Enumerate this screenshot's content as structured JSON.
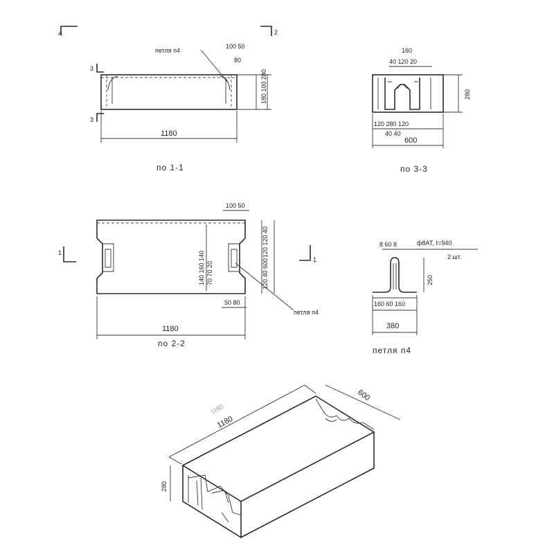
{
  "views": {
    "view11": {
      "caption": "по 1-1",
      "loop_label": "петля п4",
      "width_dim": "1180",
      "top_dims": "100 50",
      "top_dims2": "80",
      "right_dims": "180 100 280",
      "section_marks": {
        "top_left": "4",
        "top_right": "2",
        "side_top": "3",
        "side_bottom": "3"
      }
    },
    "view33": {
      "caption": "по 3-3",
      "top_dim": "160",
      "top_sub_dims": "40 120 20",
      "right_dim": "280",
      "bottom_dims": "120 280 120",
      "bottom_sub_dims": "40 40",
      "width_dim": "600"
    },
    "view22": {
      "caption": "по 2-2",
      "top_dims": "100 50",
      "inner_dims_left": "140 160 140",
      "inner_dims_left2": "70 70 20",
      "inner_dims_right": "120 120 40",
      "inner_dims_right2": "120 40 600",
      "bottom_dims": "50 80",
      "loop_label": "петля п4",
      "width_dim": "1180",
      "section_marks": {
        "left": "1",
        "right": "1"
      }
    },
    "loop": {
      "caption": "петля п4",
      "top_dims": "8 60 8",
      "bar_spec": "ф8АТ, ℓ=940",
      "qty": "2 шт.",
      "height_dim": "250",
      "bottom_dims": "160 60 160",
      "width_dim": "380"
    },
    "iso": {
      "length_dim": "1180",
      "length_dim_faint": "1160",
      "width_dim": "600",
      "height_dim": "280"
    }
  },
  "colors": {
    "ink": "#2a2a2a",
    "paper": "#ffffff"
  }
}
